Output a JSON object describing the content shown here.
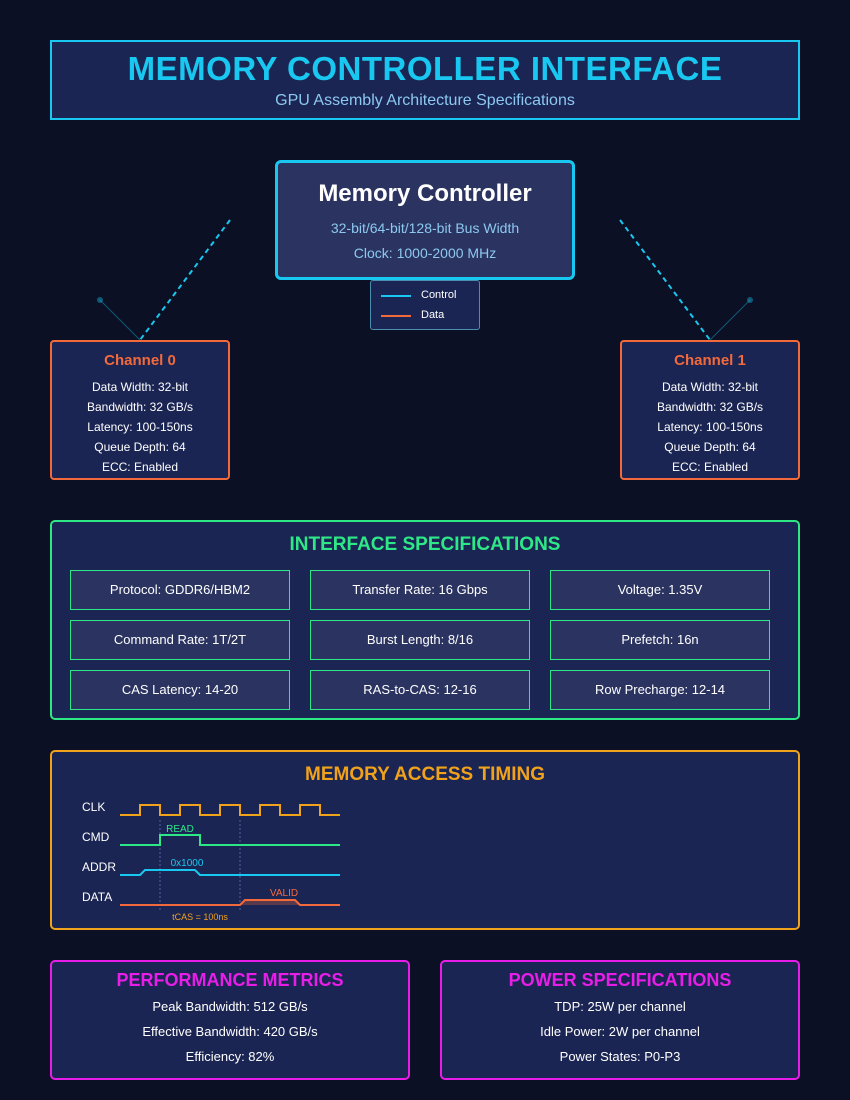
{
  "header": {
    "title": "MEMORY CONTROLLER INTERFACE",
    "subtitle": "GPU Assembly Architecture Specifications"
  },
  "controller": {
    "title": "Memory Controller",
    "lines": [
      "32-bit/64-bit/128-bit Bus Width",
      "Clock: 1000-2000 MHz"
    ]
  },
  "legend": {
    "items": [
      {
        "label": "Control",
        "color": "#19c8f0"
      },
      {
        "label": "Data",
        "color": "#f26a3c"
      }
    ]
  },
  "channels": [
    {
      "title": "Channel 0",
      "lines": [
        "Data Width: 32-bit",
        "Bandwidth: 32 GB/s",
        "Latency: 100-150ns",
        "Queue Depth: 64",
        "ECC: Enabled"
      ]
    },
    {
      "title": "Channel 1",
      "lines": [
        "Data Width: 32-bit",
        "Bandwidth: 32 GB/s",
        "Latency: 100-150ns",
        "Queue Depth: 64",
        "ECC: Enabled"
      ]
    }
  ],
  "interface_specs": {
    "title": "INTERFACE SPECIFICATIONS",
    "cells": [
      "Protocol: GDDR6/HBM2",
      "Transfer Rate: 16 Gbps",
      "Voltage: 1.35V",
      "Command Rate: 1T/2T",
      "Burst Length: 8/16",
      "Prefetch: 16n",
      "CAS Latency: 14-20",
      "RAS-to-CAS: 12-16",
      "Row Precharge: 12-14"
    ]
  },
  "timing": {
    "title": "MEMORY ACCESS TIMING",
    "signals": [
      "CLK",
      "CMD",
      "ADDR",
      "DATA"
    ],
    "cmd_label": "READ",
    "addr_label": "0x1000",
    "data_label": "VALID",
    "tcas_label": "tCAS = 100ns"
  },
  "performance": {
    "title": "PERFORMANCE METRICS",
    "lines": [
      "Peak Bandwidth: 512 GB/s",
      "Effective Bandwidth: 420 GB/s",
      "Efficiency: 82%"
    ]
  },
  "power": {
    "title": "POWER SPECIFICATIONS",
    "lines": [
      "TDP: 25W per channel",
      "Idle Power: 2W per channel",
      "Power States: P0-P3"
    ]
  },
  "colors": {
    "accent": "#19c8f0",
    "data": "#f26a3c",
    "specs": "#2ee887",
    "timing": "#f0a21b",
    "metrics": "#e81ee8"
  }
}
